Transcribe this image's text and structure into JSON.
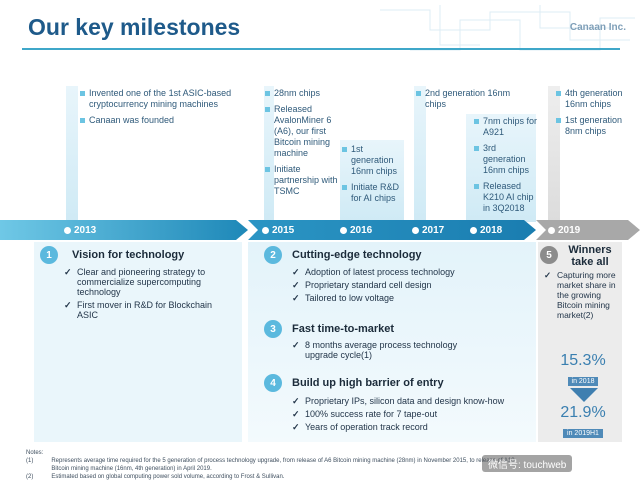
{
  "header": {
    "title": "Our key milestones",
    "brand": "Canaan Inc."
  },
  "milestones": {
    "m2013": [
      "Invented one of the 1st ASIC-based cryptocurrency mining machines",
      "Canaan was founded"
    ],
    "m2015": [
      "28nm chips",
      "Released AvalonMiner 6 (A6), our first Bitcoin mining machine",
      "Initiate partnership with TSMC"
    ],
    "m2016": [
      "1st generation 16nm chips",
      "Initiate R&D for AI chips"
    ],
    "m2017": [
      "2nd generation 16nm chips"
    ],
    "m2018": [
      "7nm chips for A921",
      "3rd generation 16nm chips",
      "Released K210 AI chip in 3Q2018"
    ],
    "m2019": [
      "4th generation 16nm chips",
      "1st generation 8nm chips"
    ]
  },
  "timeline": {
    "years": [
      "2013",
      "2015",
      "2016",
      "2017",
      "2018",
      "2019"
    ]
  },
  "sections": [
    {
      "num": "1",
      "title": "Vision for technology",
      "items": [
        "Clear and pioneering strategy to commercialize supercomputing technology",
        "First mover in R&D for Blockchain ASIC"
      ]
    },
    {
      "num": "2",
      "title": "Cutting-edge technology",
      "items": [
        "Adoption of latest process technology",
        "Proprietary standard cell design",
        "Tailored to low voltage"
      ]
    },
    {
      "num": "3",
      "title": "Fast time-to-market",
      "items": [
        "8 months average process technology upgrade cycle(1)"
      ]
    },
    {
      "num": "4",
      "title": "Build up high barrier of entry",
      "items": [
        "Proprietary IPs, silicon data and design know-how",
        "100% success rate for 7 tape-out",
        "Years of operation track record"
      ]
    },
    {
      "num": "5",
      "title": "Winners take all",
      "items": [
        "Capturing more market share in the growing Bitcoin mining market(2)"
      ]
    }
  ],
  "stats": [
    {
      "value": "15.3%",
      "label": "in 2018"
    },
    {
      "value": "21.9%",
      "label": "in 2019H1"
    }
  ],
  "notes": {
    "heading": "Notes:",
    "n1_num": "(1)",
    "n1": "Represents average time required for the 5 generation of process technology upgrade, from release of A6 Bitcoin mining machine (28nm) in November 2015, to release of A10 Bitcoin mining machine (16nm, 4th generation) in April 2019.",
    "n2_num": "(2)",
    "n2": "Estimated based on global computing power sold volume, according to Frost & Sullivan."
  },
  "watermark": "微信号: touchweb",
  "colors": {
    "title": "#1e5a8a",
    "accent": "#3fa7c9",
    "timeline_blue": "#1e88b8",
    "grey": "#a8a8a8"
  }
}
